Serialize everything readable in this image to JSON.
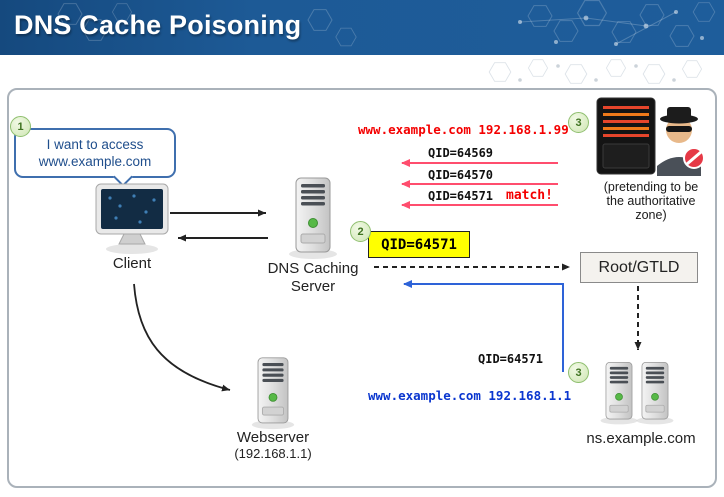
{
  "header": {
    "title": "DNS Cache Poisoning"
  },
  "client": {
    "badge": "1",
    "bubble_line1": "I want to access",
    "bubble_line2": "www.example.com",
    "label": "Client"
  },
  "dns_server": {
    "label_line1": "DNS Caching",
    "label_line2": "Server",
    "badge": "2",
    "query_qid": "QID=64571"
  },
  "attacker": {
    "badge": "3",
    "spoofed_answer": "www.example.com 192.168.1.99",
    "note_line1": "(pretending to be",
    "note_line2": "the authoritative",
    "note_line3": "zone)",
    "guesses": [
      "QID=64569",
      "QID=64570",
      "QID=64571"
    ],
    "match_label": "match!"
  },
  "root_gtld": {
    "label": "Root/GTLD"
  },
  "ns": {
    "badge": "3",
    "qid": "QID=64571",
    "answer": "www.example.com 192.168.1.1",
    "label": "ns.example.com"
  },
  "webserver": {
    "label_line1": "Webserver",
    "label_line2": "(192.168.1.1)"
  },
  "colors": {
    "header_bg": "#1d5a96",
    "spoof_red": "#f40000",
    "attack_pink": "#ff4d6e",
    "answer_blue": "#0a36cf",
    "highlight_yellow": "#ffff00",
    "badge_green": "#cfe6b4"
  }
}
